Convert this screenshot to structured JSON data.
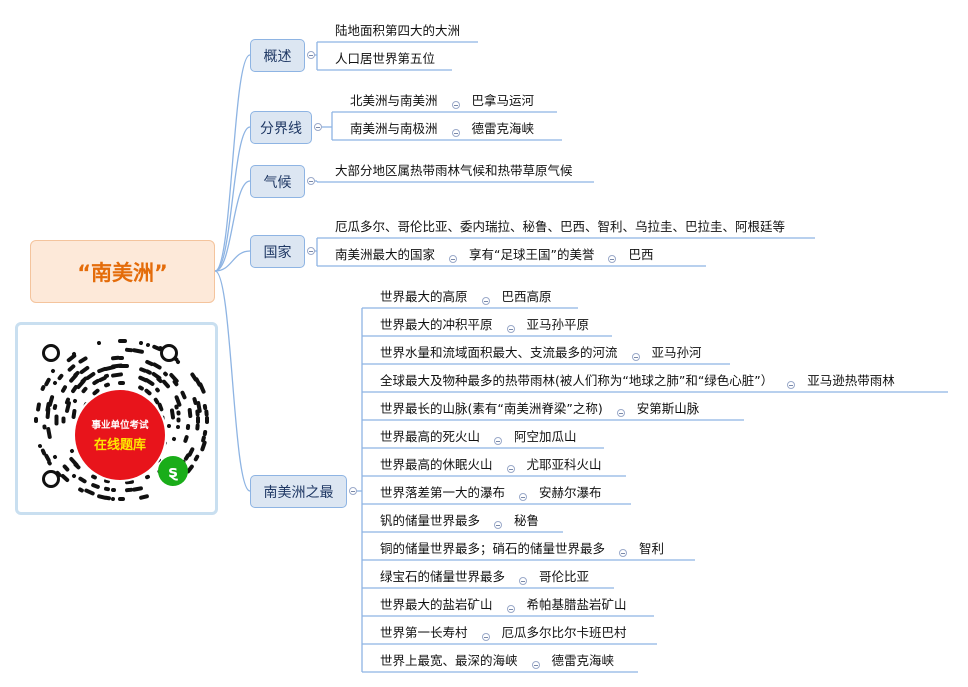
{
  "root": "“南美洲”",
  "branches": [
    {
      "label": "概述",
      "leaves": [
        {
          "items": [
            "陆地面积第四大的大洲"
          ]
        },
        {
          "items": [
            "人口居世界第五位"
          ]
        }
      ]
    },
    {
      "label": "分界线",
      "leaves": [
        {
          "items": [
            "北美洲与南美洲",
            "巴拿马运河"
          ]
        },
        {
          "items": [
            "南美洲与南极洲",
            "德雷克海峡"
          ]
        }
      ]
    },
    {
      "label": "气候",
      "leaves": [
        {
          "items": [
            "大部分地区属热带雨林气候和热带草原气候"
          ]
        }
      ]
    },
    {
      "label": "国家",
      "leaves": [
        {
          "items": [
            "厄瓜多尔、哥伦比亚、委内瑞拉、秘鲁、巴西、智利、乌拉圭、巴拉圭、阿根廷等"
          ]
        },
        {
          "items": [
            "南美洲最大的国家",
            "享有“足球王国”的美誉",
            "巴西"
          ]
        }
      ]
    },
    {
      "label": "南美洲之最",
      "leaves": [
        {
          "items": [
            "世界最大的高原",
            "巴西高原"
          ]
        },
        {
          "items": [
            "世界最大的冲积平原",
            "亚马孙平原"
          ]
        },
        {
          "items": [
            "世界水量和流域面积最大、支流最多的河流",
            "亚马孙河"
          ]
        },
        {
          "items": [
            "全球最大及物种最多的热带雨林(被人们称为“地球之肺”和“绿色心脏”）",
            "亚马逊热带雨林"
          ]
        },
        {
          "items": [
            "世界最长的山脉(素有“南美洲脊梁”之称)",
            "安第斯山脉"
          ]
        },
        {
          "items": [
            "世界最高的死火山",
            "阿空加瓜山"
          ]
        },
        {
          "items": [
            "世界最高的休眠火山",
            "尤耶亚科火山"
          ]
        },
        {
          "items": [
            "世界落差第一大的瀑布",
            "安赫尔瀑布"
          ]
        },
        {
          "items": [
            "钒的储量世界最多",
            "秘鲁"
          ]
        },
        {
          "items": [
            "铜的储量世界最多；硝石的储量世界最多",
            "智利"
          ]
        },
        {
          "items": [
            "绿宝石的储量世界最多",
            "哥伦比亚"
          ]
        },
        {
          "items": [
            "世界最大的盐岩矿山",
            "希帕基腊盐岩矿山"
          ]
        },
        {
          "items": [
            "世界第一长寿村",
            "厄瓜多尔比尔卡班巴村"
          ]
        },
        {
          "items": [
            "世界上最宽、最深的海峡",
            "德雷克海峡"
          ]
        }
      ]
    }
  ],
  "qr": {
    "line1": "事业单位考试",
    "line2": "在线题库"
  },
  "colors": {
    "root_fill": "#fde9d9",
    "root_text": "#e46c0a",
    "branch_fill": "#dce6f2",
    "branch_border": "#8eb4e3",
    "line": "#8eb4e3",
    "qr_red": "#e8141b"
  }
}
